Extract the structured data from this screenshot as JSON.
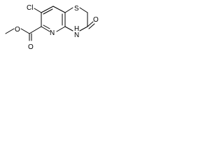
{
  "molecule": {
    "atoms": {
      "chlorine": "Cl",
      "sulfur": "S",
      "ester_carbonyl_oxygen": "O",
      "ester_ether_oxygen": "O",
      "ring_nitrogen": "N",
      "amide_nitrogen_hydrogen": "H",
      "amide_nitrogen": "N",
      "amide_oxygen": "O"
    },
    "colors": {
      "bond": "#000000",
      "label": "#000000",
      "background": "#ffffff"
    }
  }
}
